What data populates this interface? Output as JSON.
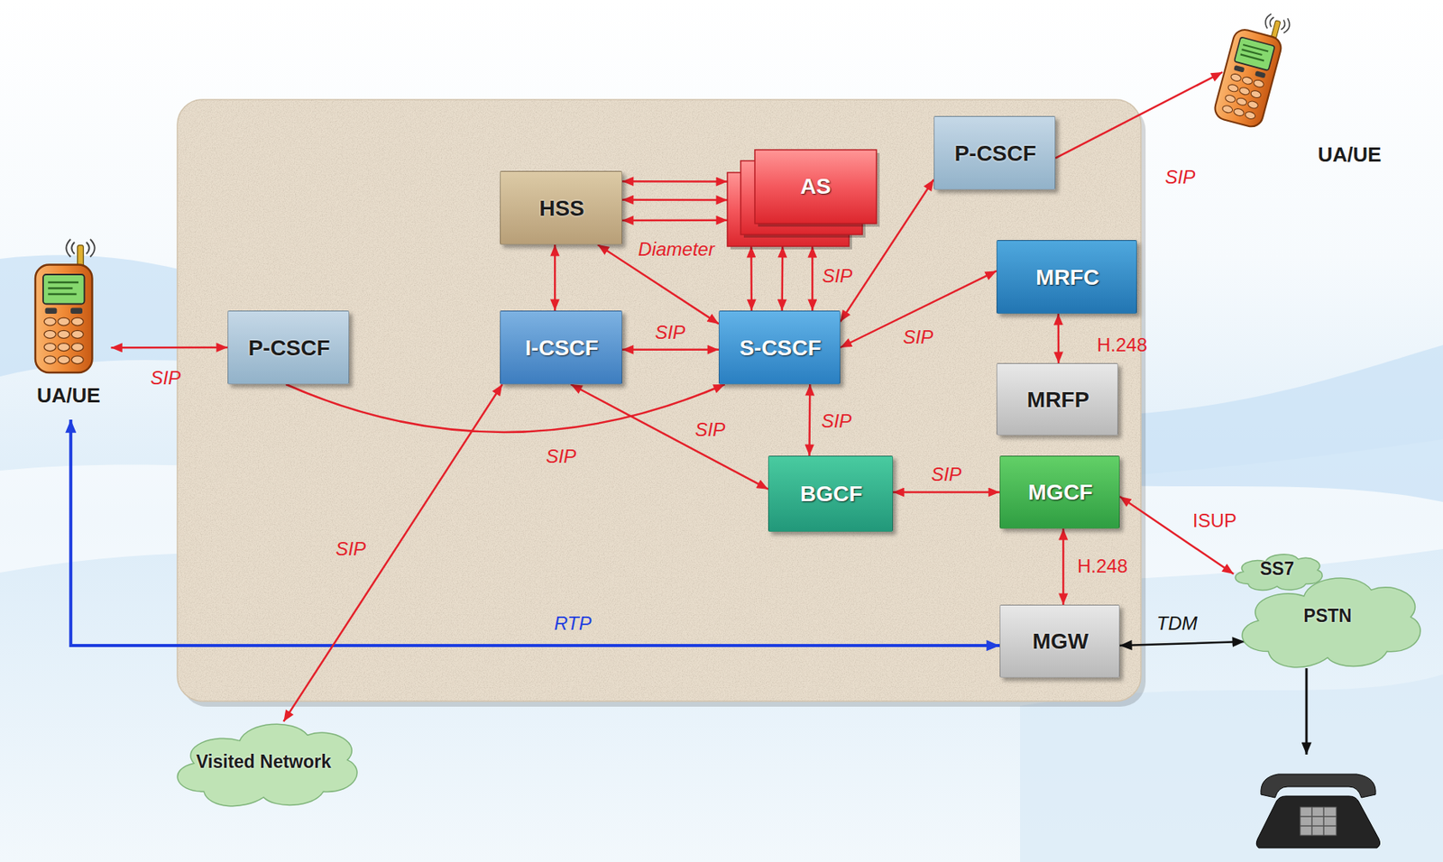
{
  "diagram": {
    "nodes": [
      {
        "text": [
          "HSS"
        ]
      },
      {
        "text": [
          "AS"
        ]
      },
      {
        "text": [
          "P-CSCF"
        ]
      },
      {
        "text": [
          "UA/UE"
        ]
      },
      {
        "text": [
          "UA/UE"
        ]
      },
      {
        "text": [
          "P-CSCF"
        ]
      },
      {
        "text": [
          "I-CSCF"
        ]
      },
      {
        "text": [
          "S-CSCF"
        ]
      },
      {
        "text": [
          "MRFC"
        ]
      },
      {
        "text": [
          "MRFP"
        ]
      },
      {
        "text": [
          "BGCF"
        ]
      },
      {
        "text": [
          "MGCF"
        ]
      },
      {
        "text": [
          "SS7"
        ]
      },
      {
        "text": [
          "PSTN"
        ]
      },
      {
        "text": [
          "MGW"
        ]
      },
      {
        "text": [
          "Visited Network"
        ]
      }
    ],
    "edges": [
      {
        "from": 0,
        "to": 1,
        "arrow": "both"
      },
      {
        "from": 0,
        "to": 1,
        "arrow": "both"
      },
      {
        "from": 0,
        "to": 1,
        "arrow": "both"
      },
      {
        "from": 1,
        "to": 7,
        "arrow": "both"
      },
      {
        "from": 1,
        "to": 7,
        "arrow": "both"
      },
      {
        "from": 1,
        "to": 7,
        "arrow": "both",
        "label": "SIP"
      },
      {
        "from": 0,
        "to": 6,
        "arrow": "both"
      },
      {
        "from": 0,
        "to": 7,
        "arrow": "both",
        "label": "Diameter"
      },
      {
        "from": 2,
        "to": 7,
        "arrow": "both"
      },
      {
        "from": 2,
        "to": 3,
        "arrow": "to",
        "label": "SIP"
      },
      {
        "from": 4,
        "to": 5,
        "arrow": "both",
        "label": "SIP"
      },
      {
        "from": 5,
        "to": 7,
        "arrow": "to",
        "label": "SIP"
      },
      {
        "from": 6,
        "to": 7,
        "arrow": "both",
        "label": "SIP"
      },
      {
        "from": 8,
        "to": 7,
        "arrow": "both",
        "label": "SIP"
      },
      {
        "from": 8,
        "to": 9,
        "arrow": "both",
        "label": "H.248"
      },
      {
        "from": 7,
        "to": 10,
        "arrow": "both",
        "label": "SIP"
      },
      {
        "from": 6,
        "to": 10,
        "arrow": "both",
        "label": "SIP"
      },
      {
        "from": 10,
        "to": 11,
        "arrow": "both",
        "label": "SIP"
      },
      {
        "from": 11,
        "to": 12,
        "arrow": "both",
        "label": "ISUP"
      },
      {
        "from": 11,
        "to": 14,
        "arrow": "both",
        "label": "H.248"
      },
      {
        "from": 14,
        "to": 13,
        "arrow": "both",
        "label": "TDM"
      },
      {
        "from": 4,
        "to": 14,
        "arrow": "both",
        "label": "RTP"
      },
      {
        "from": 6,
        "to": 15,
        "arrow": "both",
        "label": "SIP"
      }
    ]
  }
}
